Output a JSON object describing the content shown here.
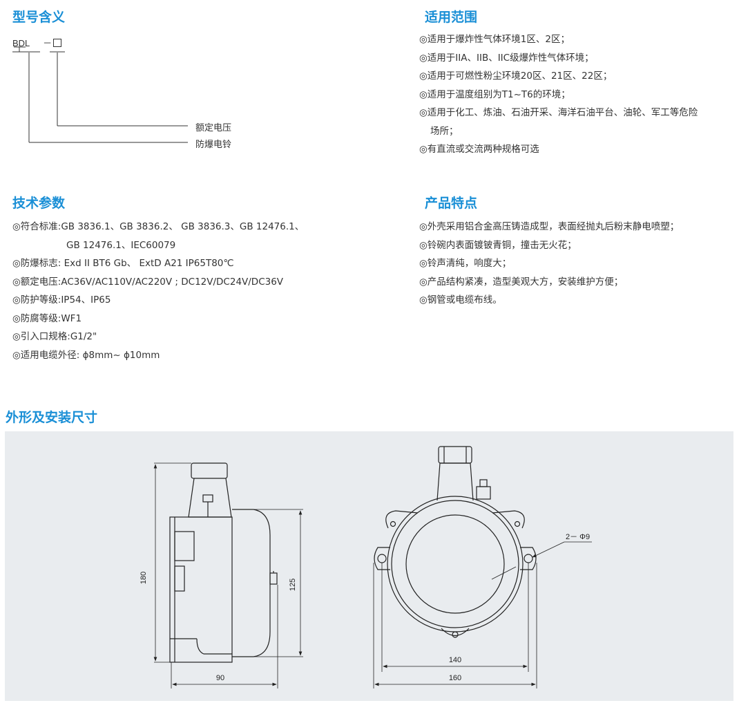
{
  "model_meaning": {
    "title": "型号含义",
    "code_prefix": "BDL",
    "code_suffix": "－",
    "label_voltage": "额定电压",
    "label_product": "防爆电铃"
  },
  "application": {
    "title": "适用范围",
    "items": [
      "◎适用于爆炸性气体环境1区、2区；",
      "◎适用于IIA、IIB、IIC级爆炸性气体环境；",
      "◎适用于可燃性粉尘环境20区、21区、22区；",
      "◎适用于温度组别为T1~T6的环境；",
      "◎适用于化工、炼油、石油开采、海洋石油平台、油轮、军工等危险",
      "场所；",
      "◎有直流或交流两种规格可选"
    ]
  },
  "tech_params": {
    "title": "技术参数",
    "items": [
      "◎符合标准:GB 3836.1、GB 3836.2、 GB 3836.3、GB 12476.1、",
      "GB 12476.1、IEC60079",
      "◎防爆标志: Exd II BT6 Gb、 ExtD A21 IP65T80℃",
      "◎额定电压:AC36V/AC110V/AC220V ; DC12V/DC24V/DC36V",
      "◎防护等级:IP54、IP65",
      "◎防腐等级:WF1",
      "◎引入口规格:G1/2\"",
      "◎适用电缆外径: ϕ8mm~ ϕ10mm"
    ]
  },
  "features": {
    "title": "产品特点",
    "items": [
      "◎外壳采用铝合金高压铸造成型，表面经抛丸后粉末静电喷塑；",
      "◎铃碗内表面镀铍青铜，撞击无火花；",
      "◎铃声清纯，响度大；",
      "◎产品结构紧凑，造型美观大方，安装维护方便；",
      "◎钢管或电缆布线。"
    ]
  },
  "dimensions": {
    "title": "外形及安装尺寸",
    "height_total": "180",
    "height_body": "125",
    "depth": "90",
    "hole_spacing": "140",
    "width_total": "160",
    "holes": "2－ Φ9"
  }
}
